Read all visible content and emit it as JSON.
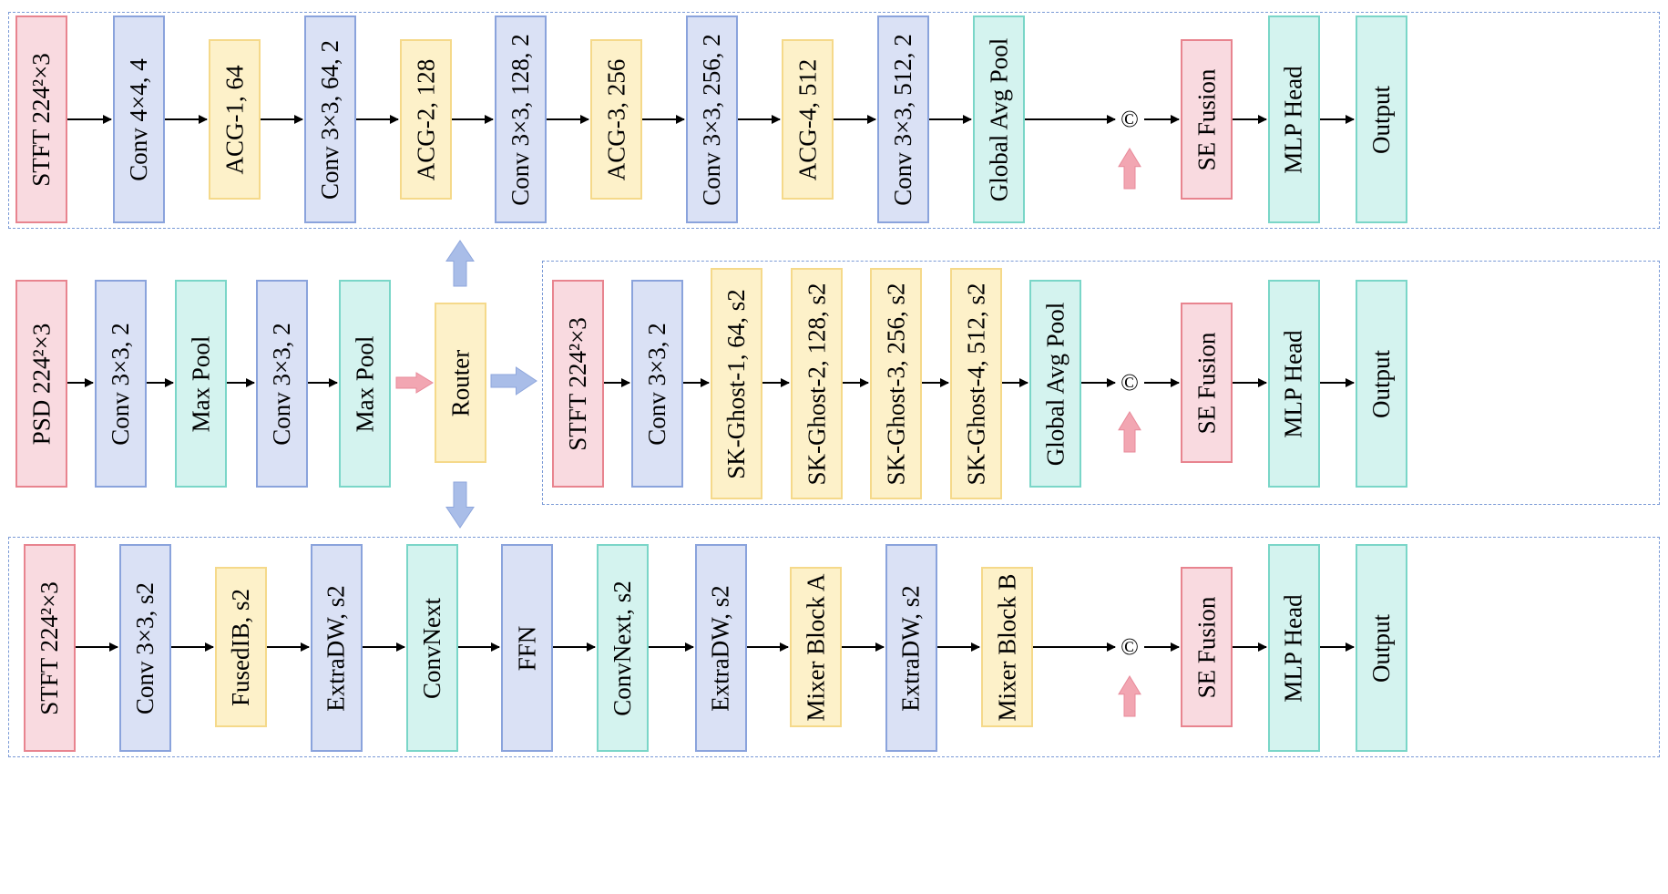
{
  "colors": {
    "pink": "#f9dae0",
    "blue": "#dae1f5",
    "yellow": "#fdf1c9",
    "teal": "#d4f3ef",
    "panel_border": "#7a9ad6",
    "arrow_pink": "#f2a6b2",
    "arrow_blue": "#a9bde8"
  },
  "router": {
    "label": "Router"
  },
  "concat_symbol": "©",
  "stem": {
    "blocks": [
      {
        "label": "PSD 224²×3",
        "color": "pink"
      },
      {
        "label": "Conv 3×3, 2",
        "color": "blue"
      },
      {
        "label": "Max Pool",
        "color": "teal"
      },
      {
        "label": "Conv 3×3, 2",
        "color": "blue"
      },
      {
        "label": "Max Pool",
        "color": "teal"
      }
    ]
  },
  "branch_top": {
    "blocks": [
      {
        "label": "STFT 224²×3",
        "color": "pink"
      },
      {
        "label": "Conv 4×4, 4",
        "color": "blue"
      },
      {
        "label": "ACG-1, 64",
        "color": "yellow"
      },
      {
        "label": "Conv 3×3, 64, 2",
        "color": "blue"
      },
      {
        "label": "ACG-2, 128",
        "color": "yellow"
      },
      {
        "label": "Conv 3×3, 128, 2",
        "color": "blue"
      },
      {
        "label": "ACG-3, 256",
        "color": "yellow"
      },
      {
        "label": "Conv 3×3, 256, 2",
        "color": "blue"
      },
      {
        "label": "ACG-4, 512",
        "color": "yellow"
      },
      {
        "label": "Conv 3×3, 512, 2",
        "color": "blue"
      },
      {
        "label": "Global Avg Pool",
        "color": "teal"
      }
    ],
    "head": [
      {
        "label": "SE Fusion",
        "color": "pink"
      },
      {
        "label": "MLP Head",
        "color": "teal"
      },
      {
        "label": "Output",
        "color": "teal"
      }
    ]
  },
  "branch_mid": {
    "blocks": [
      {
        "label": "STFT 224²×3",
        "color": "pink"
      },
      {
        "label": "Conv 3×3, 2",
        "color": "blue"
      },
      {
        "label": "SK-Ghost-1, 64, s2",
        "color": "yellow"
      },
      {
        "label": "SK-Ghost-2, 128, s2",
        "color": "yellow"
      },
      {
        "label": "SK-Ghost-3, 256, s2",
        "color": "yellow"
      },
      {
        "label": "SK-Ghost-4, 512, s2",
        "color": "yellow"
      },
      {
        "label": "Global Avg Pool",
        "color": "teal"
      }
    ],
    "head": [
      {
        "label": "SE Fusion",
        "color": "pink"
      },
      {
        "label": "MLP Head",
        "color": "teal"
      },
      {
        "label": "Output",
        "color": "teal"
      }
    ]
  },
  "branch_bottom": {
    "blocks": [
      {
        "label": "STFT 224²×3",
        "color": "pink"
      },
      {
        "label": "Conv 3×3, s2",
        "color": "blue"
      },
      {
        "label": "FusedIB, s2",
        "color": "yellow"
      },
      {
        "label": "ExtraDW, s2",
        "color": "blue"
      },
      {
        "label": "ConvNext",
        "color": "teal"
      },
      {
        "label": "FFN",
        "color": "blue"
      },
      {
        "label": "ConvNext, s2",
        "color": "teal"
      },
      {
        "label": "ExtraDW, s2",
        "color": "blue"
      },
      {
        "label": "Mixer Block A",
        "color": "yellow"
      },
      {
        "label": "ExtraDW, s2",
        "color": "blue"
      },
      {
        "label": "Mixer Block B",
        "color": "yellow"
      }
    ],
    "head": [
      {
        "label": "SE Fusion",
        "color": "pink"
      },
      {
        "label": "MLP Head",
        "color": "teal"
      },
      {
        "label": "Output",
        "color": "teal"
      }
    ]
  }
}
